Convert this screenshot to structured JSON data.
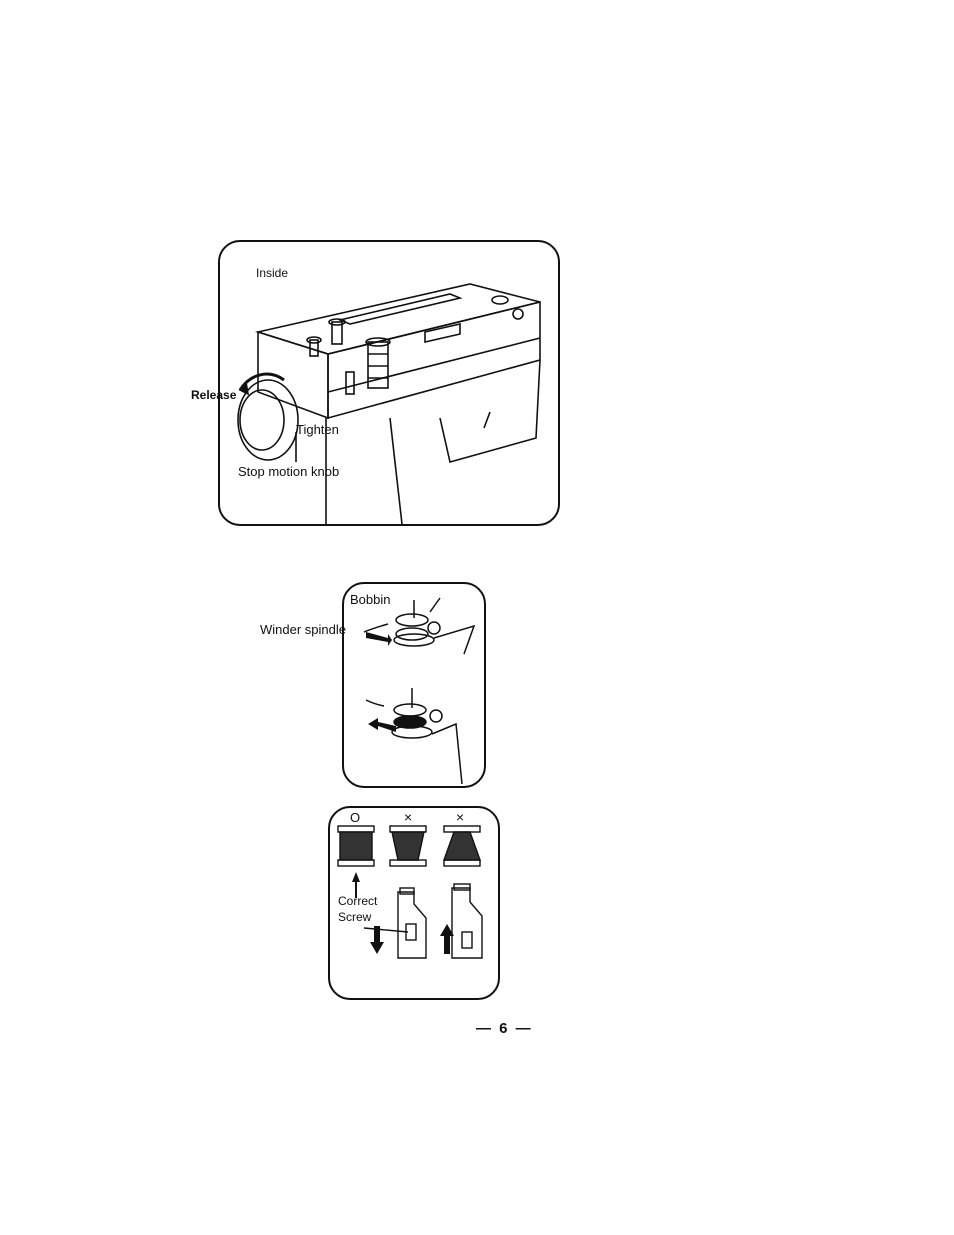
{
  "figure1": {
    "inside_label": "Inside",
    "release_label": "Release",
    "tighten_label": "Tighten",
    "knob_label": "Stop motion knob"
  },
  "figure2": {
    "bobbin_label": "Bobbin",
    "spindle_label": "Winder spindle"
  },
  "figure3": {
    "marks": [
      "O",
      "×",
      "×"
    ],
    "correct_label": "Correct",
    "screw_label": "Screw"
  },
  "page_number": "— 6 —"
}
